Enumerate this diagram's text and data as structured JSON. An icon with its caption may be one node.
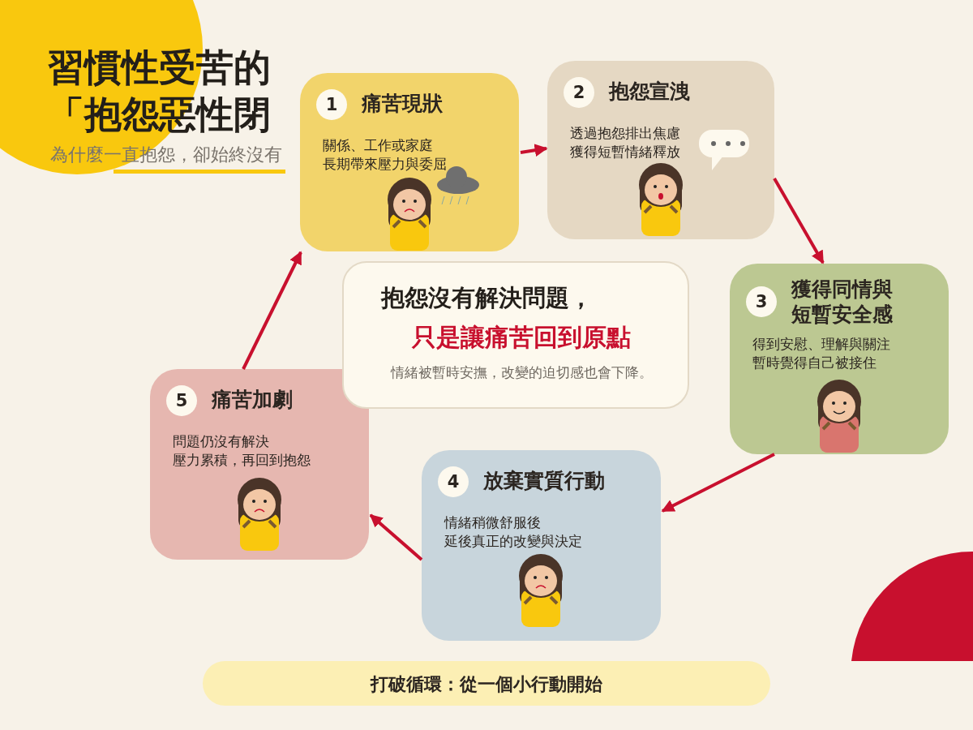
{
  "diagram": {
    "title": "習慣性受苦的「抱怨惡性閉",
    "nodes": [
      {
        "text": [
          "1",
          "痛苦現狀",
          "關係、工作或家庭長期帶來壓力與委屈"
        ]
      },
      {
        "text": [
          "2",
          "抱怨宣洩",
          "透過抱怨排出焦慮獲得短暫情緒釋放"
        ]
      },
      {
        "text": [
          "3",
          "獲得同情與短暫安全感",
          "得到安慰、理解與關注暫時覺得自己被接住"
        ]
      },
      {
        "text": [
          "4",
          "放棄實質行動",
          "情緒稍微舒服後延後真正的改變與決定"
        ]
      },
      {
        "text": [
          "5",
          "痛苦加劇",
          "問題仍沒有解決壓力累積，再回到抱怨"
        ]
      },
      {
        "text": [
          "抱怨沒有解決問題，",
          "只是讓痛苦回到原點",
          "情緒被暫時安撫，改變的迫切感也會下降。"
        ]
      },
      {
        "text": [
          "打破循環：從一個小行動開始"
        ]
      }
    ],
    "edges": [
      {
        "from": 0,
        "to": 1,
        "arrow": "to"
      },
      {
        "from": 1,
        "to": 2,
        "arrow": "to"
      },
      {
        "from": 2,
        "to": 3,
        "arrow": "to"
      },
      {
        "from": 3,
        "to": 4,
        "arrow": "to"
      },
      {
        "from": 4,
        "to": 0,
        "arrow": "to"
      }
    ],
    "labels": [
      "為什麼一直抱怨，卻始終沒有"
    ]
  }
}
